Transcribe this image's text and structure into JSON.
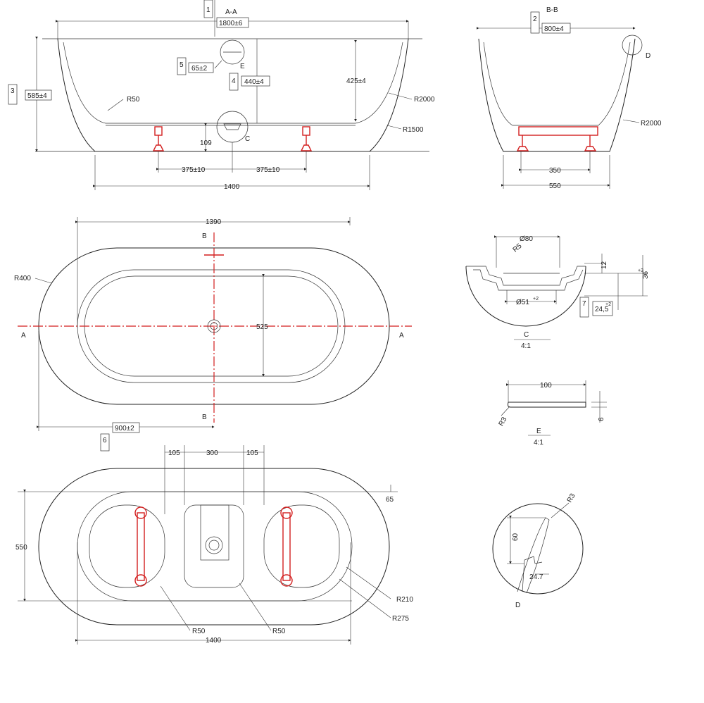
{
  "sections": {
    "aa": "A-A",
    "bb": "B-B",
    "c_name": "C",
    "c_scale": "4:1",
    "e_name": "E",
    "e_scale": "4:1",
    "d_name": "D"
  },
  "markers": [
    "1",
    "2",
    "3",
    "4",
    "5",
    "6",
    "7"
  ],
  "labels": {
    "A": "A",
    "B": "B",
    "C": "C",
    "D": "D",
    "E": "E"
  },
  "dims": {
    "d1800": "1800±6",
    "d800": "800±4",
    "d585": "585±4",
    "d65": "65±2",
    "d440": "440±4",
    "d425": "425±4",
    "r50": "R50",
    "r2000": "R2000",
    "r1500": "R1500",
    "d109": "109",
    "d375": "375±10",
    "d1400": "1400",
    "d350": "350",
    "d550": "550",
    "d1390": "1390",
    "r400": "R400",
    "d525": "525",
    "d900": "900±2",
    "d80": "Ø80",
    "r5": "R5",
    "d51": "Ø51",
    "d51_tol": "+2",
    "d12": "12",
    "d36": "36",
    "d36_tol": "+3",
    "d24": "24,5",
    "d24_tol": "+2",
    "d100": "100",
    "r3": "R3",
    "d6": "6",
    "d105": "105",
    "d300": "300",
    "d65b": "65",
    "r210": "R210",
    "r275": "R275",
    "d60": "60",
    "d24_7": "24.7"
  },
  "colors": {
    "line": "#222222",
    "accent": "#d31f1f",
    "background": "#ffffff"
  }
}
